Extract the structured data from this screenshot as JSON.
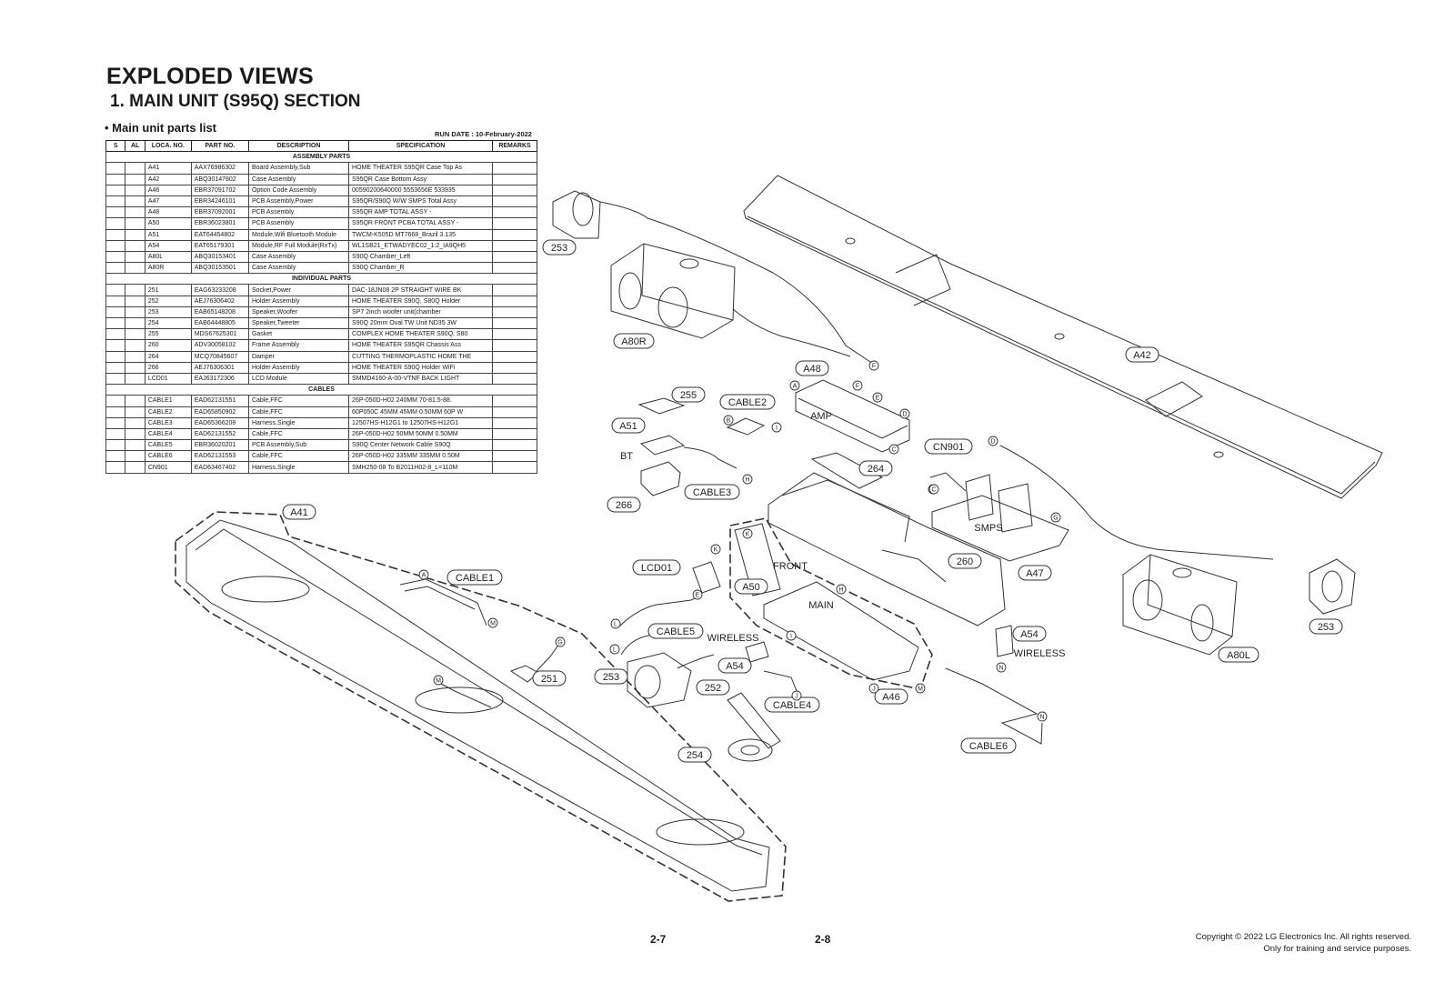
{
  "header": {
    "title": "EXPLODED VIEWS",
    "section": "1. MAIN UNIT (S95Q) SECTION",
    "parts_list_title": "• Main unit parts list",
    "run_date": "RUN DATE : 10-February-2022"
  },
  "table": {
    "columns": [
      "S",
      "AL",
      "LOCA. NO.",
      "PART NO.",
      "DESCRIPTION",
      "SPECIFICATION",
      "REMARKS"
    ],
    "sections": [
      {
        "title": "ASSEMBLY PARTS",
        "rows": [
          [
            "",
            "",
            "A41",
            "AAX76986302",
            "Board Assembly,Sub",
            "HOME THEATER S95QR Case Top As",
            ""
          ],
          [
            "",
            "",
            "A42",
            "ABQ30147802",
            "Case Assembly",
            "S95QR Case Bottom Assy",
            ""
          ],
          [
            "",
            "",
            "A46",
            "EBR37091702",
            "Option Code Assembly",
            "00590200640000 5553656E 533935",
            ""
          ],
          [
            "",
            "",
            "A47",
            "EBR34246101",
            "PCB Assembly,Power",
            "S95QR/S90Q W/W SMPS Total Assy",
            ""
          ],
          [
            "",
            "",
            "A48",
            "EBR37092001",
            "PCB Assembly",
            "S95QR AMP TOTAL ASSY -",
            ""
          ],
          [
            "",
            "",
            "A50",
            "EBR36023801",
            "PCB Assembly",
            "S95QR FRONT PCBA TOTAL ASSY -",
            ""
          ],
          [
            "",
            "",
            "A51",
            "EAT64454802",
            "Module,Wifi Bluetooth Module",
            "TWCM-K505D MT7668_Brazil 3.135",
            ""
          ],
          [
            "",
            "",
            "A54",
            "EAT65179301",
            "Module,RF Full Module(RxTx)",
            "WL1SB21_ETWADYEC02_1:2_IA9QH5",
            ""
          ],
          [
            "",
            "",
            "A80L",
            "ABQ30153401",
            "Case Assembly",
            "S90Q Chamber_Left",
            ""
          ],
          [
            "",
            "",
            "A80R",
            "ABQ30153501",
            "Case Assembly",
            "S90Q Chamber_R",
            ""
          ]
        ]
      },
      {
        "title": "INDIVIDUAL PARTS",
        "rows": [
          [
            "",
            "",
            "251",
            "EAG63233208",
            "Socket,Power",
            "DAC-18JN08 2P STRAIGHT WIRE BK",
            ""
          ],
          [
            "",
            "",
            "252",
            "AEJ76306402",
            "Holder Assembly",
            "HOME THEATER S90Q, S80Q Holder",
            ""
          ],
          [
            "",
            "",
            "253",
            "EAB65148208",
            "Speaker,Woofer",
            "SP7 2inch woofer unit(chamber",
            ""
          ],
          [
            "",
            "",
            "254",
            "EAB64448805",
            "Speaker,Tweeter",
            "S90Q 20mm Oval TW Unit ND35 3W",
            ""
          ],
          [
            "",
            "",
            "255",
            "MDS67625301",
            "Gasket",
            "COMPLEX HOME THEATER S90Q, S80",
            ""
          ],
          [
            "",
            "",
            "260",
            "ADV30058102",
            "Frame Assembly",
            "HOME THEATER S95QR Chassis Ass",
            ""
          ],
          [
            "",
            "",
            "264",
            "MCQ70845607",
            "Damper",
            "CUTTING THERMOPLASTIC HOME THE",
            ""
          ],
          [
            "",
            "",
            "266",
            "AEJ76306301",
            "Holder Assembly",
            "HOME THEATER S90Q Holder WiFi",
            ""
          ],
          [
            "",
            "",
            "LCD01",
            "EAJ63172306",
            "LCD Module",
            "SMMD4160-A-00-VTNF BACK LIGHT",
            ""
          ]
        ]
      },
      {
        "title": "CABLES",
        "rows": [
          [
            "",
            "",
            "CABLE1",
            "EAD62131551",
            "Cable,FFC",
            "26P-050D-H02 240MM 70-81.5-88.",
            ""
          ],
          [
            "",
            "",
            "CABLE2",
            "EAD65850902",
            "Cable,FFC",
            "60P050C 45MM 45MM 0.50MM 60P W",
            ""
          ],
          [
            "",
            "",
            "CABLE3",
            "EAD65366208",
            "Harness,Single",
            "12507HS-H12G1 to 12507HS-H12G1",
            ""
          ],
          [
            "",
            "",
            "CABLE4",
            "EAD62131552",
            "Cable,FFC",
            "26P-050D-H02 50MM 50MM 0.50MM",
            ""
          ],
          [
            "",
            "",
            "CABLE5",
            "EBR36020201",
            "PCB Assembly,Sub",
            "S90Q Center Network Cable S90Q",
            ""
          ],
          [
            "",
            "",
            "CABLE6",
            "EAD62131553",
            "Cable,FFC",
            "26P-050D-H02 335MM 335MM 0.50M",
            ""
          ],
          [
            "",
            "",
            "CN901",
            "EAD63467402",
            "Harness,Single",
            "SMH250-08 To B2011H02-8_L=110M",
            ""
          ]
        ]
      }
    ]
  },
  "diagram": {
    "callouts": [
      "A41",
      "A42",
      "A46",
      "A47",
      "A48",
      "A50",
      "A51",
      "A54",
      "A54",
      "A80L",
      "A80R",
      "CABLE1",
      "CABLE2",
      "CABLE3",
      "CABLE4",
      "CABLE5",
      "CABLE6",
      "CN901",
      "LCD01",
      "251",
      "252",
      "253",
      "253",
      "253",
      "254",
      "255",
      "260",
      "264",
      "266"
    ],
    "text_labels": [
      "AMP",
      "BT",
      "SMPS",
      "FRONT",
      "MAIN",
      "WIRELESS",
      "WIRELESS"
    ],
    "connectors": [
      "A",
      "A",
      "B",
      "B",
      "C",
      "C",
      "D",
      "D",
      "E",
      "E",
      "F",
      "F",
      "G",
      "G",
      "H",
      "H",
      "I",
      "I",
      "J",
      "J",
      "K",
      "K",
      "L",
      "L",
      "M",
      "M",
      "M",
      "N",
      "N"
    ]
  },
  "footer": {
    "page_left": "2-7",
    "page_right": "2-8",
    "copyright": "Copyright © 2022 LG Electronics Inc. All rights reserved.",
    "usage": "Only for training and service purposes."
  }
}
